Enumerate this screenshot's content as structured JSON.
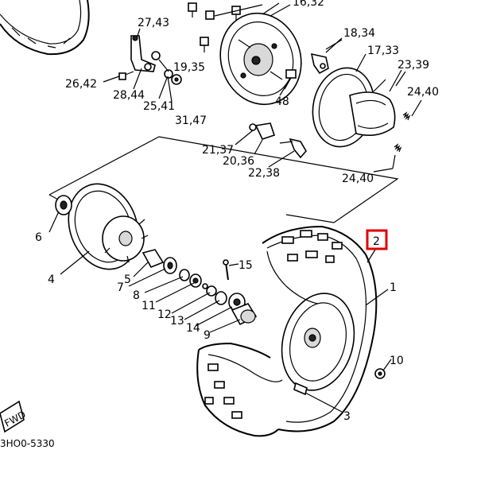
{
  "diagram_code": "3HO0-5330",
  "fwd_label": "FWD",
  "highlight_color": "#e00000",
  "labels": {
    "l_27_43": "27,43",
    "l_16_32": "16,32",
    "l_18_34": "18,34",
    "l_17_33": "17,33",
    "l_23_39": "23,39",
    "l_24_40_top": "24,40",
    "l_26_42": "26,42",
    "l_28_44": "28,44",
    "l_19_35": "19,35",
    "l_25_41": "25,41",
    "l_31_47": "31,47",
    "l_48": "48",
    "l_21_37": "21,37",
    "l_20_36": "20,36",
    "l_22_38": "22,38",
    "l_24_40_bot": "24,40",
    "l_2": "2",
    "l_1": "1",
    "l_6": "6",
    "l_4": "4",
    "l_5": "5",
    "l_7": "7",
    "l_8": "8",
    "l_11": "11",
    "l_12": "12",
    "l_13": "13",
    "l_14": "14",
    "l_9": "9",
    "l_15": "15",
    "l_10": "10",
    "l_3": "3"
  }
}
